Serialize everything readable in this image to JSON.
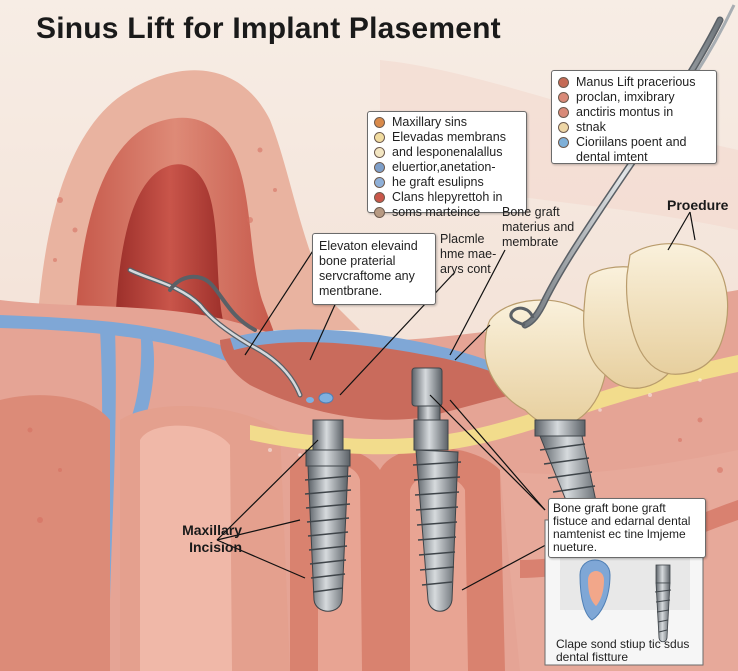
{
  "title": "Sinus Lift for Implant Plasement",
  "legend_left": {
    "items": [
      {
        "text": "Maxillary sins",
        "color": "#d98a4a"
      },
      {
        "text": "Elevadas membrans",
        "color": "#f1dca0"
      },
      {
        "text": "and lesponenalallus",
        "color": "#f3e6c2"
      },
      {
        "text": "eluertior,anetation-",
        "color": "#7e9fc9"
      },
      {
        "text": "he graft esulipns",
        "color": "#8fb0d8"
      },
      {
        "text": "Clans hlepyrettoh in",
        "color": "#c9574a"
      },
      {
        "text": "soms marteince",
        "color": "#b79a83"
      }
    ]
  },
  "legend_right": {
    "items": [
      {
        "text": "Manus  Lift pracerious",
        "color": "#c56a55"
      },
      {
        "text": "proclan, imxibrary",
        "color": "#d98a78"
      },
      {
        "text": "anctiris montus in",
        "color": "#d98a78"
      },
      {
        "text": "stnak",
        "color": "#eed6a6"
      },
      {
        "text": "Cioriilans poent and",
        "color": "#7fb0d8"
      },
      {
        "text": "dental imtent",
        "color": ""
      }
    ]
  },
  "callouts": {
    "elevation": "Elevaton elevaind\nbone praterial\nservcraftome any\nmentbrane.",
    "placmle": "Placmle\nhme mae-\narys cont",
    "bone_graft_membrane": "Bone graft\nmaterius and\nmembrate",
    "proedure": "Proedure",
    "maxillary_incision": "Maxillary\nIncision",
    "bone_graft_fixture": "Bone graft bone graft\nfistuce and edarnal dental\nnamtenist ec tine lmjeme\nnueture.",
    "clape": "Clape sond stiup tic sdus\ndental fistture"
  },
  "colors": {
    "background": "#f3e6dc",
    "gum": "#e8a99b",
    "bone": "#d9826f",
    "sinus_membrane": "#7fa7d6",
    "graft_yellow": "#f2dc8c",
    "tooth": "#f1e2bf",
    "implant_metal": "#8d949a"
  }
}
